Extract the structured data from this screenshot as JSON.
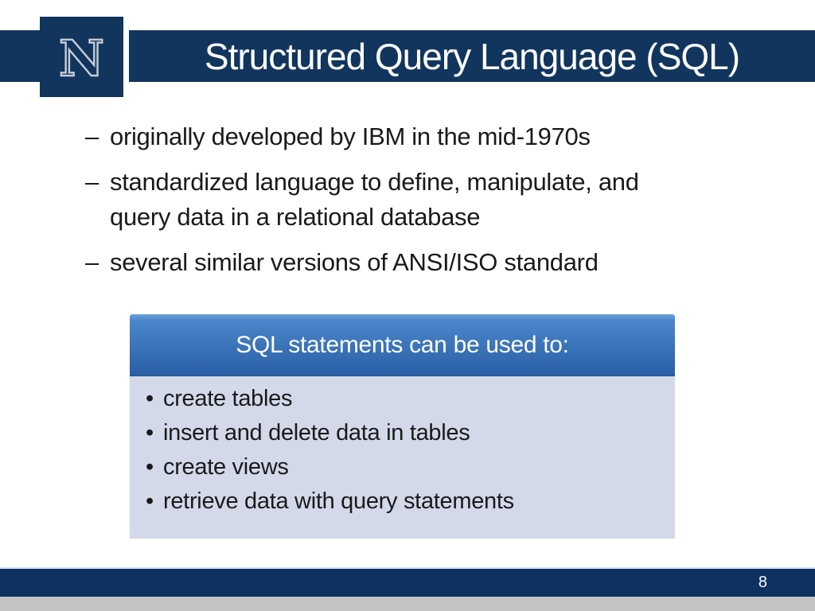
{
  "slide": {
    "logo": {
      "letter": "N"
    },
    "title": "Structured Query Language (SQL)",
    "markers": {
      "dash": "–",
      "dot": "•"
    },
    "bullets": [
      {
        "lines": [
          "originally developed by IBM in the mid-1970s"
        ]
      },
      {
        "lines": [
          "standardized language to define, manipulate, and",
          "query data in a relational database"
        ]
      },
      {
        "lines": [
          "several similar versions of ANSI/ISO standard"
        ]
      }
    ],
    "callout": {
      "header": "SQL statements can be used to:",
      "items": [
        "create tables",
        "insert and delete data in tables",
        "create views",
        "retrieve data with query statements"
      ]
    },
    "footer": {
      "page_number": "8"
    },
    "colors": {
      "navy": "#12355e",
      "footer_navy": "#0e3160",
      "callout_header_top": "#4a86c9",
      "callout_header_bottom": "#2a5ea6",
      "callout_body": "#d3d9e9",
      "logo_outline_silver": "#c5ccd7",
      "footer_gray_strip": "#c3c3c3",
      "text_black": "#1a1a1a"
    }
  }
}
